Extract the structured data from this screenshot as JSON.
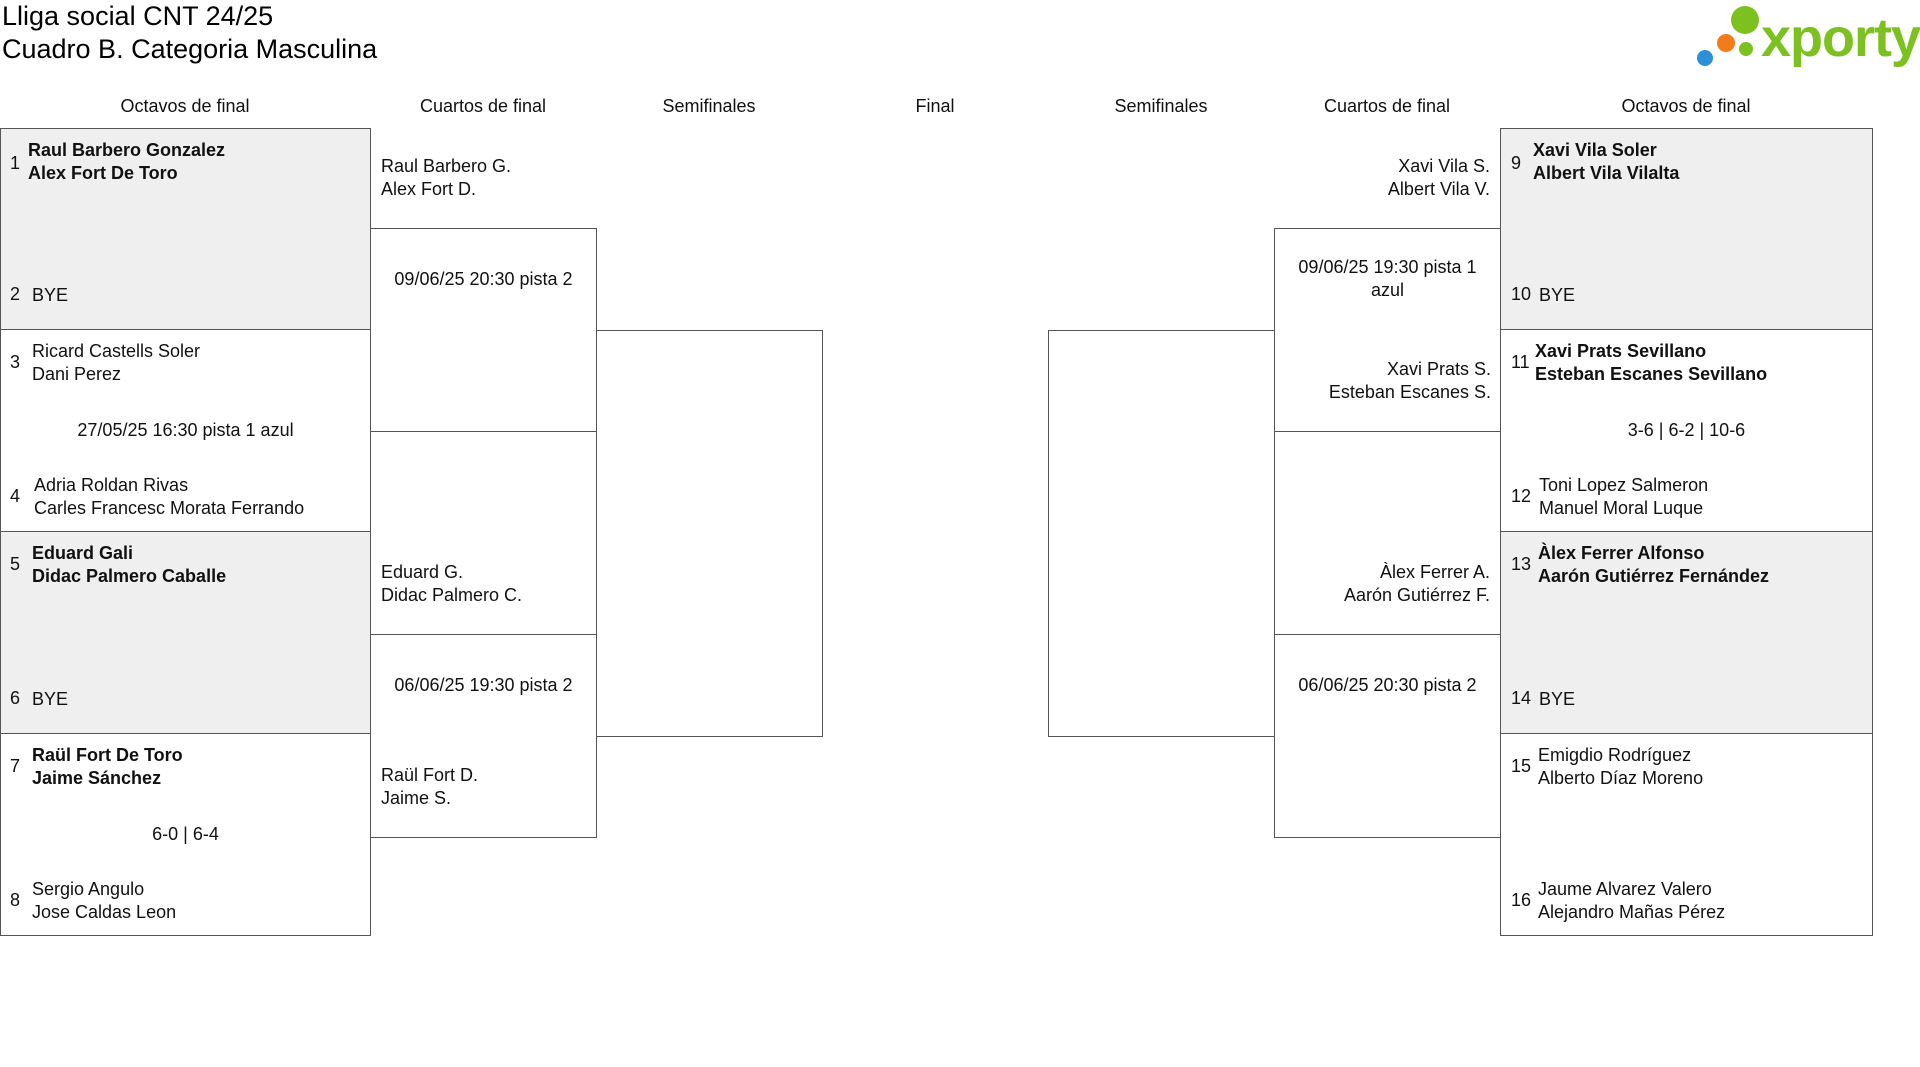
{
  "header": {
    "title_line1": "Lliga social CNT 24/25",
    "title_line2": "Cuadro B. Categoria Masculina",
    "logo_text": "xporty",
    "logo_colors": [
      "#7cc11f",
      "#2d8fd6",
      "#f07d1a",
      "#7cc11f"
    ]
  },
  "rounds": {
    "left_r16": "Octavos de final",
    "left_qf": "Cuartos de final",
    "left_sf": "Semifinales",
    "final": "Final",
    "right_sf": "Semifinales",
    "right_qf": "Cuartos de final",
    "right_r16": "Octavos de final"
  },
  "r16_left": [
    {
      "seed_a": "1",
      "a1": "Raul Barbero Gonzalez",
      "a2": "Alex Fort De Toro",
      "seed_b": "2",
      "b1": "BYE",
      "b2": "",
      "info": ""
    },
    {
      "seed_a": "3",
      "a1": "Ricard Castells Soler",
      "a2": "Dani Perez",
      "seed_b": "4",
      "b1": "Adria Roldan Rivas",
      "b2": "Carles Francesc Morata Ferrando",
      "info": "27/05/25 16:30 pista 1 azul"
    },
    {
      "seed_a": "5",
      "a1": "Eduard Gali",
      "a2": "Didac Palmero Caballe",
      "seed_b": "6",
      "b1": "BYE",
      "b2": "",
      "info": ""
    },
    {
      "seed_a": "7",
      "a1": "Raül Fort De Toro",
      "a2": "Jaime Sánchez",
      "seed_b": "8",
      "b1": "Sergio Angulo",
      "b2": "Jose Caldas Leon",
      "info": "6-0 | 6-4"
    }
  ],
  "r16_right": [
    {
      "seed_a": "9",
      "a1": "Xavi Vila Soler",
      "a2": "Albert Vila Vilalta",
      "seed_b": "10",
      "b1": "BYE",
      "b2": "",
      "info": ""
    },
    {
      "seed_a": "11",
      "a1": "Xavi Prats Sevillano",
      "a2": "Esteban Escanes Sevillano",
      "seed_b": "12",
      "b1": "Toni Lopez Salmeron",
      "b2": "Manuel Moral Luque",
      "info": "3-6 | 6-2 | 10-6"
    },
    {
      "seed_a": "13",
      "a1": "Àlex Ferrer Alfonso",
      "a2": "Aarón Gutiérrez Fernández",
      "seed_b": "14",
      "b1": "BYE",
      "b2": "",
      "info": ""
    },
    {
      "seed_a": "15",
      "a1": "Emigdio Rodríguez",
      "a2": "Alberto Díaz Moreno",
      "seed_b": "16",
      "b1": "Jaume Alvarez Valero",
      "b2": "Alejandro Mañas Pérez",
      "info": ""
    }
  ],
  "qf_left": [
    {
      "top1": "Raul Barbero G.",
      "top2": "Alex Fort D.",
      "info": "09/06/25 20:30 pista 2",
      "bot1": "",
      "bot2": ""
    },
    {
      "top1": "Eduard G.",
      "top2": "Didac Palmero C.",
      "info": "06/06/25 19:30 pista 2",
      "bot1": "Raül Fort D.",
      "bot2": "Jaime S."
    }
  ],
  "qf_right": [
    {
      "top1": "Xavi Vila S.",
      "top2": "Albert Vila V.",
      "info1": "09/06/25 19:30 pista 1",
      "info2": "azul",
      "bot1": "Xavi Prats S.",
      "bot2": "Esteban Escanes S."
    },
    {
      "top1": "Àlex Ferrer A.",
      "top2": "Aarón Gutiérrez F.",
      "info1": "06/06/25 20:30 pista 2",
      "info2": "",
      "bot1": "",
      "bot2": ""
    }
  ]
}
